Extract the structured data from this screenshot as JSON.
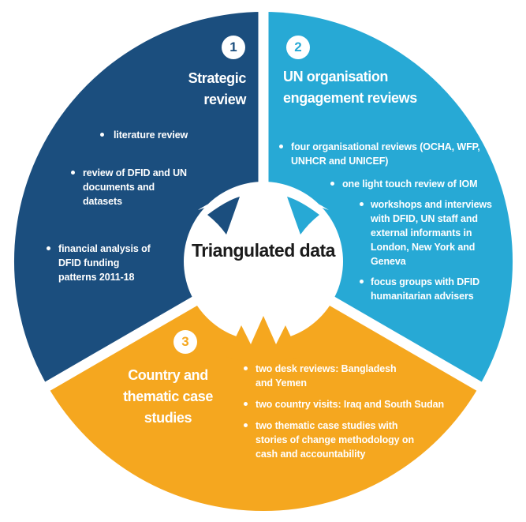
{
  "center": {
    "label": "Triangulated data"
  },
  "colors": {
    "segment1": "#1b4e7e",
    "segment2": "#27a9d5",
    "segment3": "#f5a71f",
    "center_text": "#1b1b1b",
    "text": "#ffffff"
  },
  "segments": [
    {
      "number": "1",
      "title": "Strategic review",
      "color": "#1b4e7e",
      "bullets": [
        "literature review",
        "review of DFID and UN documents and datasets",
        "financial analysis of DFID funding patterns 2011-18"
      ]
    },
    {
      "number": "2",
      "title": "UN organisation engagement reviews",
      "color": "#27a9d5",
      "bullets": [
        "four organisational reviews (OCHA, WFP, UNHCR and UNICEF)",
        "one light touch review of IOM",
        "workshops and interviews with DFID, UN staff and external informants in London, New York and Geneva",
        "focus groups with DFID humanitarian advisers"
      ]
    },
    {
      "number": "3",
      "title": "Country and thematic case studies",
      "color": "#f5a71f",
      "bullets": [
        "two desk reviews: Bangladesh and Yemen",
        "two country visits: Iraq and South Sudan",
        "two thematic case studies with stories of change methodology on cash and accountability"
      ]
    }
  ]
}
